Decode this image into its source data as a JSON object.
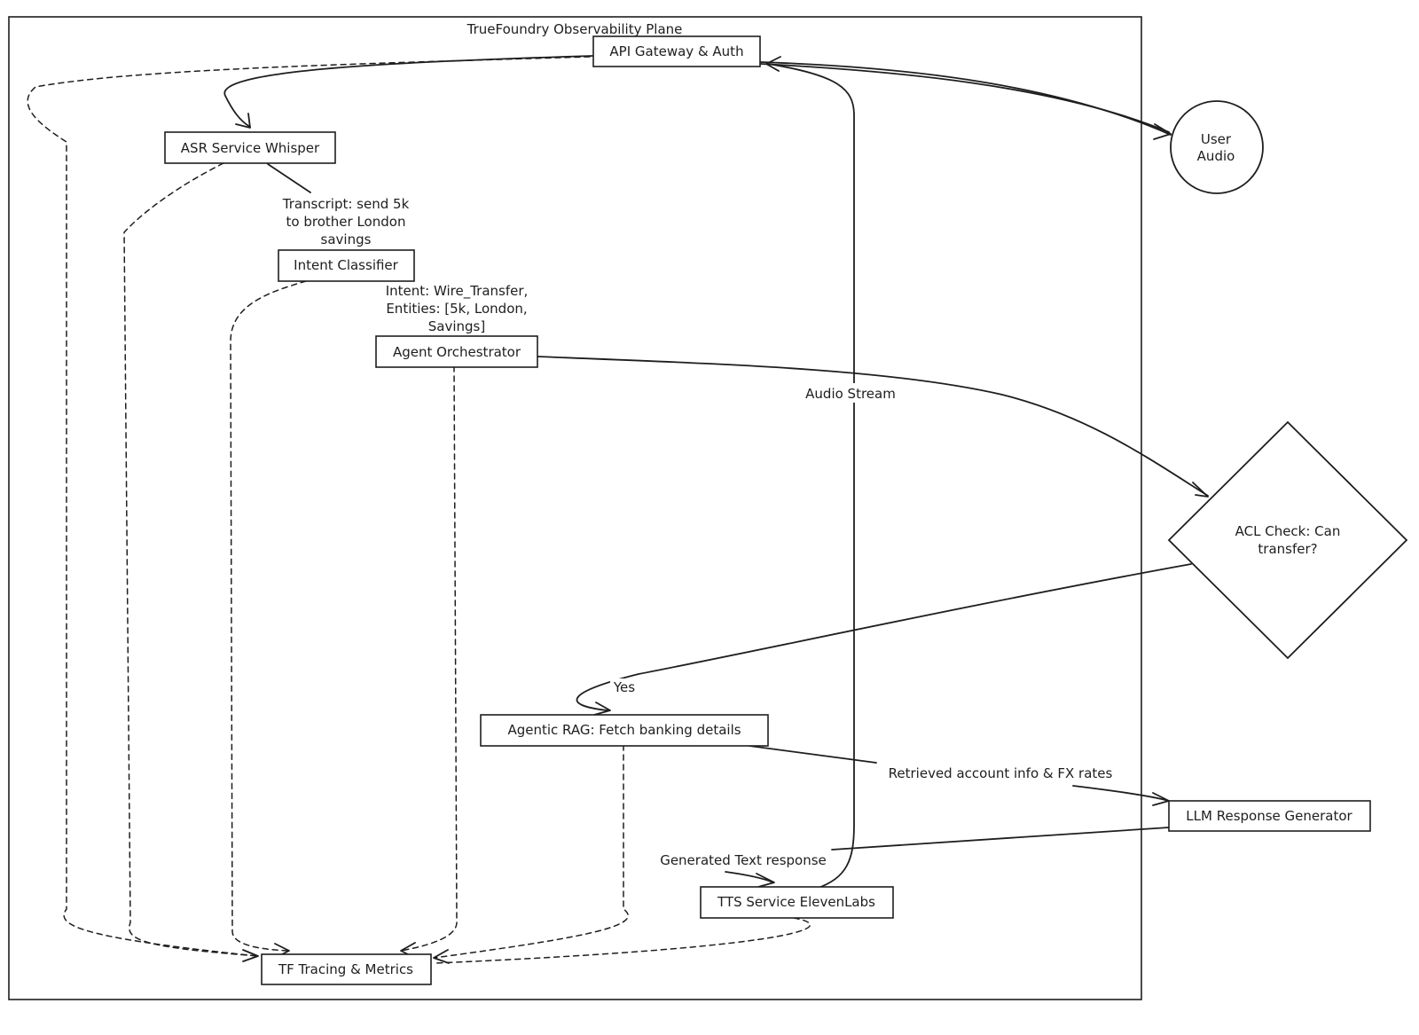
{
  "diagram": {
    "frame_title": "TrueFoundry Observability Plane",
    "nodes": {
      "api_gateway": "API Gateway & Auth",
      "asr_service": "ASR Service Whisper",
      "intent_classifier": "Intent Classifier",
      "agent_orchestrator": "Agent Orchestrator",
      "agentic_rag": "Agentic RAG: Fetch banking details",
      "tts_service": "TTS Service ElevenLabs",
      "tf_tracing": "TF Tracing & Metrics",
      "user_audio": [
        "User",
        "Audio"
      ],
      "acl_check": [
        "ACL Check: Can",
        "transfer?"
      ],
      "llm_response": "LLM Response Generator"
    },
    "edge_labels": {
      "transcript": [
        "Transcript: send 5k",
        "to brother London",
        "savings"
      ],
      "intent": [
        "Intent: Wire_Transfer,",
        "Entities: [5k, London,",
        "Savings]"
      ],
      "audio_stream": "Audio Stream",
      "yes": "Yes",
      "retrieved": "Retrieved account info & FX rates",
      "generated": "Generated Text response"
    }
  }
}
